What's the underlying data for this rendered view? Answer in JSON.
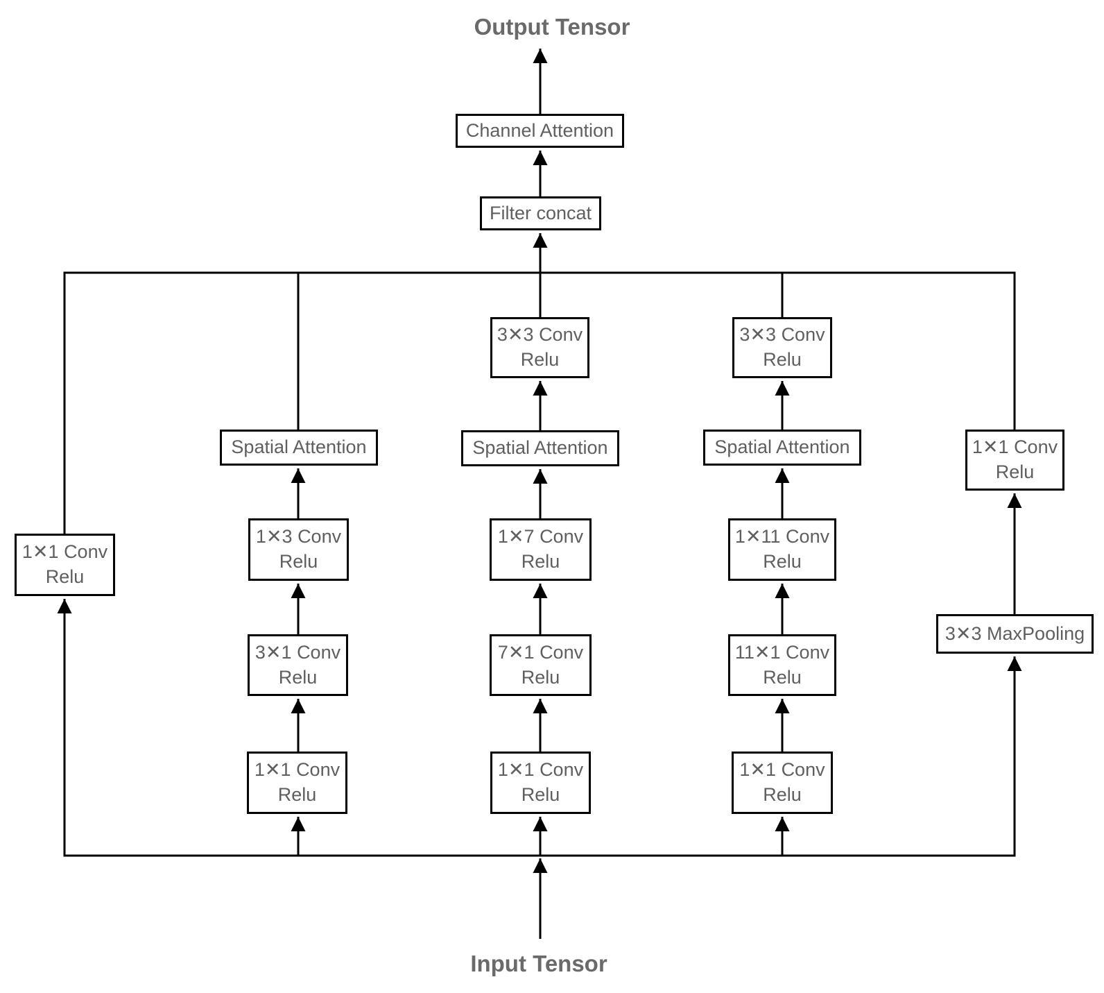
{
  "diagram": {
    "output_label": "Output Tensor",
    "input_label": "Input Tensor",
    "head": {
      "channel_attention": {
        "label": "Channel Attention"
      },
      "filter_concat": {
        "label": "Filter concat"
      }
    },
    "branches": [
      {
        "name": "branch-1",
        "nodes": [
          {
            "label": "1✕1 Conv",
            "sub": "Relu"
          }
        ]
      },
      {
        "name": "branch-2",
        "nodes": [
          {
            "label": "1✕1 Conv",
            "sub": "Relu"
          },
          {
            "label": "3✕1 Conv",
            "sub": "Relu"
          },
          {
            "label": "1✕3 Conv",
            "sub": "Relu"
          },
          {
            "label": "Spatial Attention"
          }
        ]
      },
      {
        "name": "branch-3",
        "nodes": [
          {
            "label": "1✕1 Conv",
            "sub": "Relu"
          },
          {
            "label": "7✕1 Conv",
            "sub": "Relu"
          },
          {
            "label": "1✕7 Conv",
            "sub": "Relu"
          },
          {
            "label": "Spatial Attention"
          },
          {
            "label": "3✕3 Conv",
            "sub": "Relu"
          }
        ]
      },
      {
        "name": "branch-4",
        "nodes": [
          {
            "label": "1✕1 Conv",
            "sub": "Relu"
          },
          {
            "label": "11✕1 Conv",
            "sub": "Relu"
          },
          {
            "label": "1✕11 Conv",
            "sub": "Relu"
          },
          {
            "label": "Spatial Attention"
          },
          {
            "label": "3✕3 Conv",
            "sub": "Relu"
          }
        ]
      },
      {
        "name": "branch-5",
        "nodes": [
          {
            "label": "3✕3 MaxPooling"
          },
          {
            "label": "1✕1 Conv",
            "sub": "Relu"
          }
        ]
      }
    ],
    "colors": {
      "line": "#000000",
      "box_border": "#000000",
      "box_text": "#5f5f5f",
      "title_text": "#6a6a6a",
      "background": "#ffffff"
    }
  }
}
